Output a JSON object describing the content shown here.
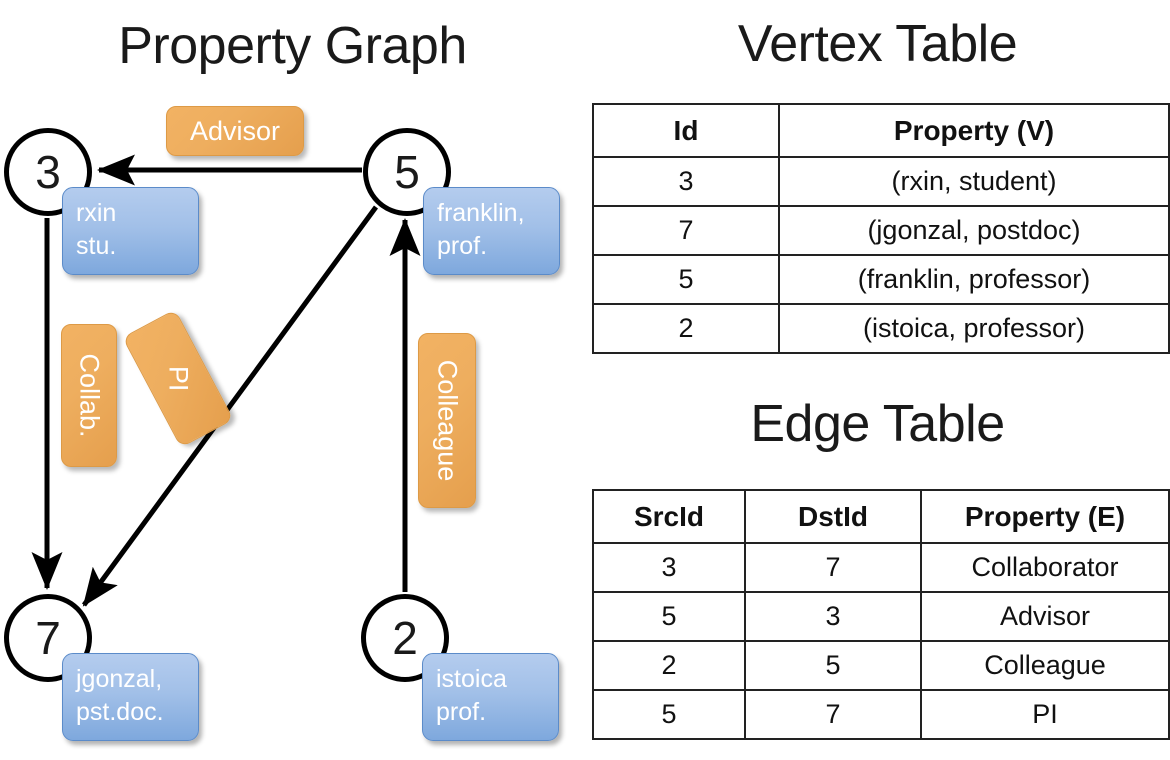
{
  "titles": {
    "property_graph": "Property Graph",
    "vertex_table": "Vertex Table",
    "edge_table": "Edge Table"
  },
  "graph": {
    "nodes": [
      {
        "id": "3",
        "label": "3",
        "property_lines": [
          "rxin",
          "stu."
        ]
      },
      {
        "id": "5",
        "label": "5",
        "property_lines": [
          "franklin,",
          "prof."
        ]
      },
      {
        "id": "7",
        "label": "7",
        "property_lines": [
          "jgonzal,",
          "pst.doc."
        ]
      },
      {
        "id": "2",
        "label": "2",
        "property_lines": [
          "istoica",
          "prof."
        ]
      }
    ],
    "edge_labels": [
      {
        "name": "advisor",
        "text": "Advisor"
      },
      {
        "name": "collab",
        "text": "Collab."
      },
      {
        "name": "pi",
        "text": "PI"
      },
      {
        "name": "colleague",
        "text": "Colleague"
      }
    ],
    "edges": [
      {
        "src": "5",
        "dst": "3",
        "label": "Advisor"
      },
      {
        "src": "3",
        "dst": "7",
        "label": "Collab."
      },
      {
        "src": "5",
        "dst": "7",
        "label": "PI"
      },
      {
        "src": "2",
        "dst": "5",
        "label": "Colleague"
      }
    ]
  },
  "vertex_table": {
    "headers": [
      "Id",
      "Property (V)"
    ],
    "rows": [
      {
        "id": "3",
        "property": "(rxin, student)"
      },
      {
        "id": "7",
        "property": "(jgonzal, postdoc)"
      },
      {
        "id": "5",
        "property": "(franklin, professor)"
      },
      {
        "id": "2",
        "property": "(istoica, professor)"
      }
    ]
  },
  "edge_table": {
    "headers": [
      "SrcId",
      "DstId",
      "Property (E)"
    ],
    "rows": [
      {
        "src": "3",
        "dst": "7",
        "property": "Collaborator"
      },
      {
        "src": "5",
        "dst": "3",
        "property": "Advisor"
      },
      {
        "src": "2",
        "dst": "5",
        "property": "Colleague"
      },
      {
        "src": "5",
        "dst": "7",
        "property": "PI"
      }
    ]
  },
  "colors": {
    "vertex_property_fill": "#a2c0e8",
    "edge_label_fill": "#eeae5f",
    "vertex_table_property_cell": "#cfdcef",
    "edge_table_property_cell": "#f7ddc3",
    "stroke": "#000000"
  }
}
